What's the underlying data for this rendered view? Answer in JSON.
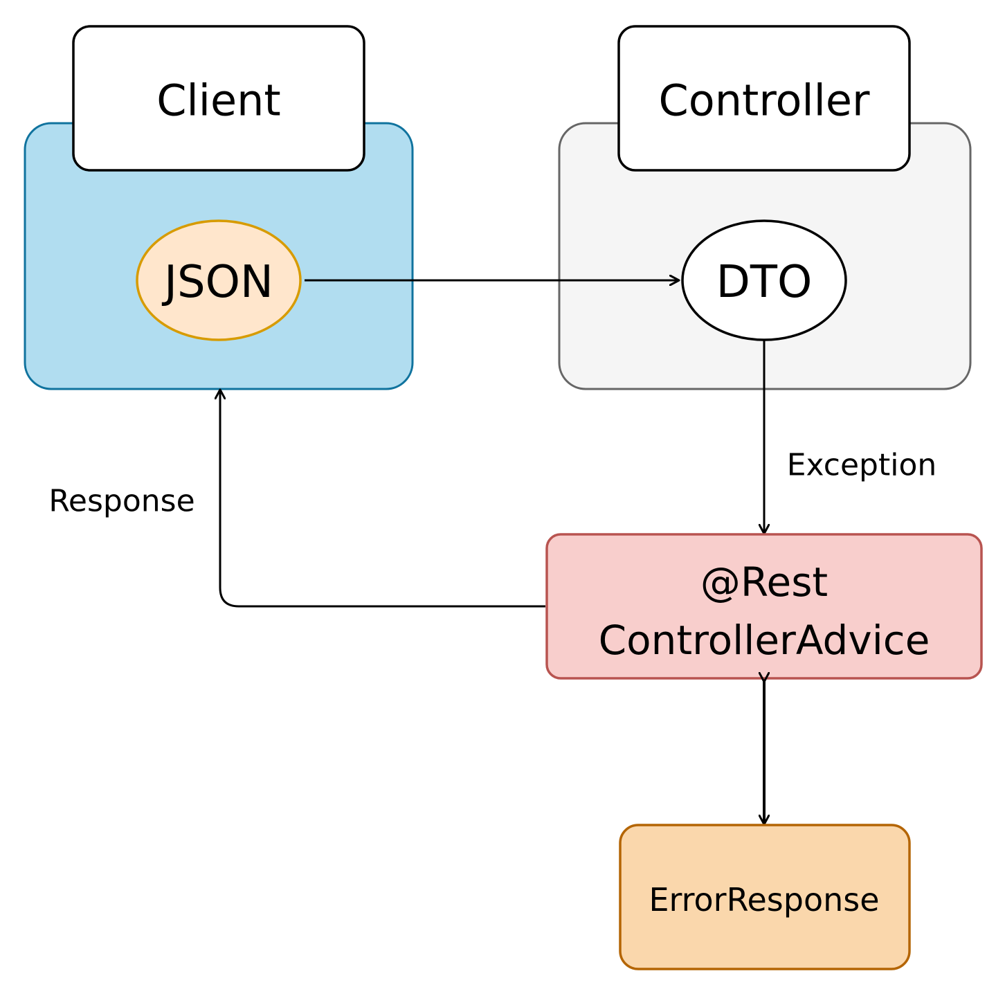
{
  "colors": {
    "client_fill": "#b1ddf0",
    "client_stroke": "#10739e",
    "controller_fill": "#f5f5f5",
    "controller_stroke": "#666666",
    "json_fill": "#ffe6cc",
    "json_stroke": "#d79b00",
    "advice_fill": "#f8cecc",
    "advice_stroke": "#b85450",
    "error_fill": "#fad7ac",
    "error_stroke": "#b46504",
    "line": "#000000"
  },
  "nodes": {
    "client": {
      "title": "Client"
    },
    "controller": {
      "title": "Controller"
    },
    "json": {
      "label": "JSON"
    },
    "dto": {
      "label": "DTO"
    },
    "advice": {
      "line1": "@Rest",
      "line2": "ControllerAdvice"
    },
    "error_response": {
      "label": "ErrorResponse"
    }
  },
  "edges": {
    "exception": {
      "label": "Exception"
    },
    "response": {
      "label": "Response"
    }
  }
}
